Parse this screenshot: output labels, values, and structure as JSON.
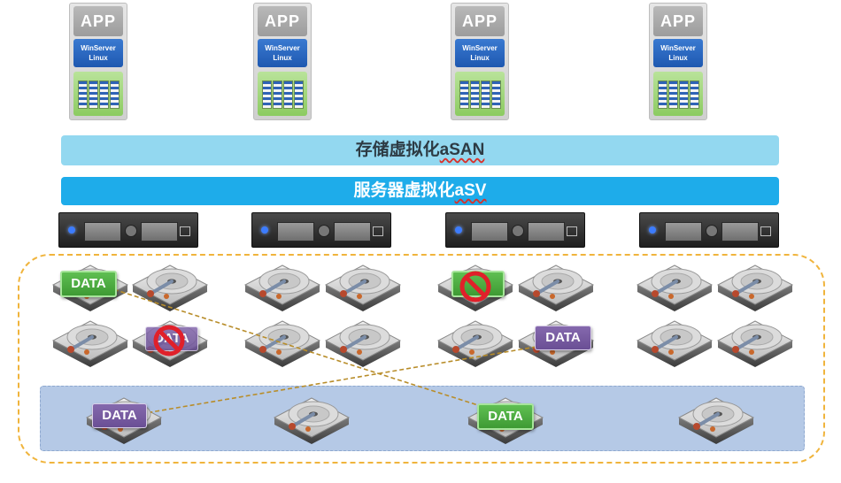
{
  "vms": [
    {
      "app": "APP",
      "os_line1": "WinServer",
      "os_line2": "Linux"
    },
    {
      "app": "APP",
      "os_line1": "WinServer",
      "os_line2": "Linux"
    },
    {
      "app": "APP",
      "os_line1": "WinServer",
      "os_line2": "Linux"
    },
    {
      "app": "APP",
      "os_line1": "WinServer",
      "os_line2": "Linux"
    }
  ],
  "storage_layer": {
    "prefix": "存储虚拟化",
    "suffix": "aSAN"
  },
  "server_layer": {
    "prefix": "服务器虚拟化",
    "suffix": "aSV"
  },
  "data_blocks": {
    "top_left": "DATA",
    "broken_left": "DATA",
    "top_right": "DATA",
    "bottom_left": "DATA",
    "bottom_center": "DATA"
  },
  "colors": {
    "asan_bar": "#93d8f0",
    "asv_bar": "#1eacea",
    "data_green": "#4caf41",
    "data_purple": "#7a5fa3",
    "pool_border": "#f0b43c",
    "ban_red": "#e0202a"
  },
  "icons": [
    "hard-disk-icon",
    "server-chassis-icon",
    "ban-icon",
    "memory-chip-icon"
  ]
}
